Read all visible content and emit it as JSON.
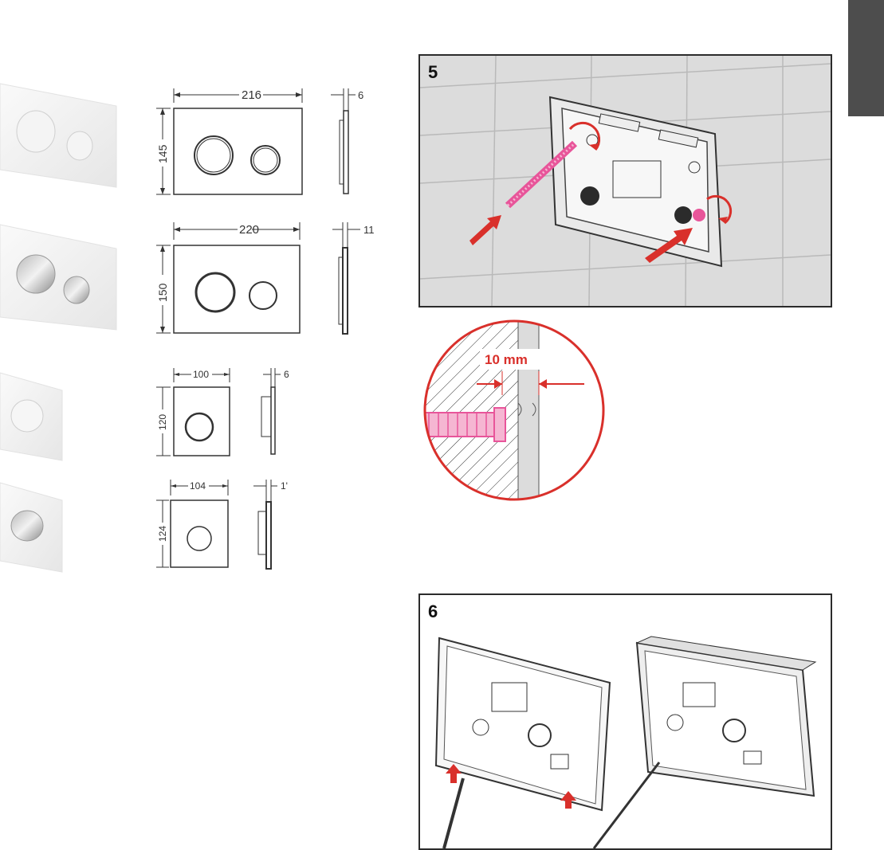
{
  "colors": {
    "tab": "#4d4d4d",
    "accent_red": "#d9302b",
    "anchor_pink": "#e8559a",
    "wall_grey": "#dcdcdc",
    "line": "#2b2b2b"
  },
  "plates": [
    {
      "name": "round-dual-white",
      "width_label": "216",
      "height_label": "145",
      "depth_label": "6"
    },
    {
      "name": "round-dual-chrome",
      "width_label": "220",
      "height_label": "150",
      "depth_label": "11"
    },
    {
      "name": "round-single-white",
      "width_label": "100",
      "height_label": "120",
      "depth_label": "6"
    },
    {
      "name": "round-single-chrome",
      "width_label": "104",
      "height_label": "124",
      "depth_label": "1'"
    }
  ],
  "steps": {
    "step5": {
      "number": "5"
    },
    "detail": {
      "measure_label": "10 mm"
    },
    "step6": {
      "number": "6"
    }
  }
}
